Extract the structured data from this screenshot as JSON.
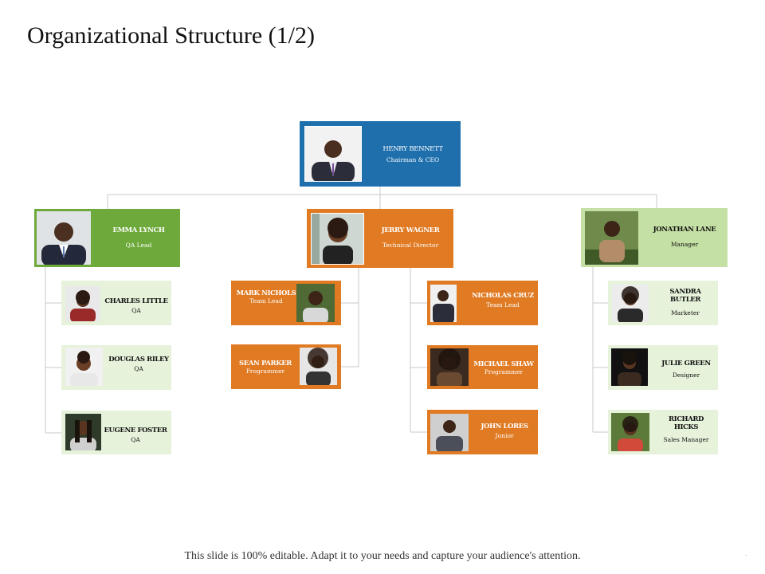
{
  "title": "Organizational Structure (1/2)",
  "footer": "This slide is 100% editable. Adapt it to your needs and capture your audience's attention.",
  "footer_mark": ".",
  "colors": {
    "blue": "#1f6fad",
    "orange": "#e07a23",
    "green": "#6eaa3b",
    "light_green": "#c5e0a4",
    "pale_green": "#e6f2da",
    "connector": "#c9c9c9"
  },
  "ceo": {
    "name": "HENRY BENNETT",
    "role": "Chairman & CEO"
  },
  "heads": {
    "left": {
      "name": "EMMA LYNCH",
      "role": "QA Lead"
    },
    "center": {
      "name": "JERRY WAGNER",
      "role": "Technical Director"
    },
    "right": {
      "name": "JONATHAN LANE",
      "role": "Manager"
    }
  },
  "left_team": [
    {
      "name": "CHARLES LITTLE",
      "role": "QA"
    },
    {
      "name": "DOUGLAS RILEY",
      "role": "QA"
    },
    {
      "name": "EUGENE FOSTER",
      "role": "QA"
    }
  ],
  "center_left_team": [
    {
      "name": "MARK NICHOLS",
      "role": "Team Lead"
    },
    {
      "name": "SEAN PARKER",
      "role": "Programmer"
    }
  ],
  "center_right_team": [
    {
      "name": "NICHOLAS CRUZ",
      "role": "Team Lead"
    },
    {
      "name": "MICHAEL SHAW",
      "role": "Programmer"
    },
    {
      "name": "JOHN LORES",
      "role": "Junior"
    }
  ],
  "right_team": [
    {
      "name": "SANDRA BUTLER",
      "role": "Marketer"
    },
    {
      "name": "JULIE GREEN",
      "role": "Designer"
    },
    {
      "name": "RICHARD HICKS",
      "role": "Sales Manager"
    }
  ]
}
